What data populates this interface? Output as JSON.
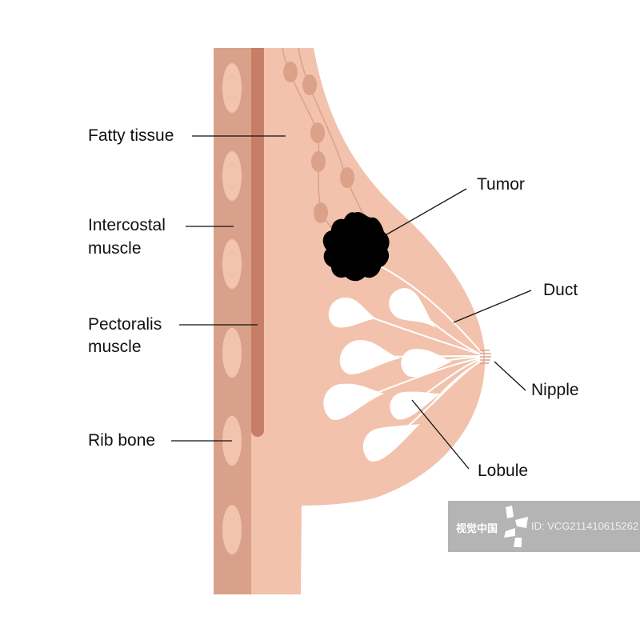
{
  "labels": {
    "fatty_tissue": "Fatty tissue",
    "intercostal_1": "Intercostal",
    "intercostal_2": "muscle",
    "pectoralis_1": "Pectoralis",
    "pectoralis_2": "muscle",
    "rib_bone": "Rib bone",
    "tumor": "Tumor",
    "duct": "Duct",
    "nipple": "Nipple",
    "lobule": "Lobule"
  },
  "watermark": {
    "brand": "视觉中国",
    "id": "ID: VCG211410615262"
  },
  "colors": {
    "muscle": "#d9a18a",
    "pectoralis": "#c67f66",
    "tissue": "#f2c2ac",
    "rib": "#f2c4ae",
    "node": "#dba189",
    "tumor": "#000000"
  }
}
